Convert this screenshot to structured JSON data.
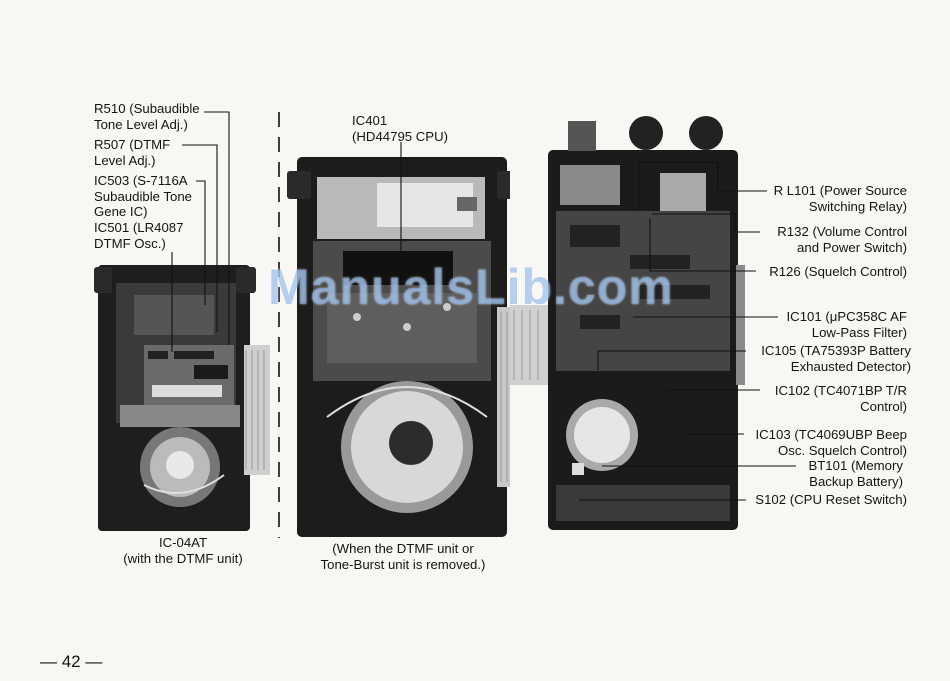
{
  "photos": {
    "left": {
      "labels": [
        "R510 (Subaudible\nTone Level Adj.)",
        "R507 (DTMF\nLevel Adj.)",
        "IC503 (S-7116A\nSubaudible Tone\nGene IC)",
        "IC501 (LR4087\nDTMF Osc.)"
      ],
      "caption": "IC-04AT\n(with the DTMF unit)"
    },
    "center": {
      "labels": [
        "IC401\n(HD44795 CPU)"
      ],
      "caption": "(When the DTMF unit or\nTone-Burst unit is removed.)"
    },
    "right": {
      "labels": [
        "R L101 (Power Source\nSwitching Relay)",
        "R132 (Volume Control\nand Power Switch)",
        "R126 (Squelch Control)",
        "IC101 (μPC358C AF\nLow-Pass Filter)",
        "IC105 (TA75393P Battery\nExhausted Detector)",
        "IC102 (TC4071BP T/R\nControl)",
        "IC103 (TC4069UBP Beep\nOsc. Squelch Control)",
        "BT101 (Memory\nBackup Battery)",
        "S102 (CPU Reset Switch)"
      ]
    }
  },
  "watermark": "ManualsLib.com",
  "page_number": "— 42 —",
  "colors": {
    "paper": "#f7f7f4",
    "ink": "#141414",
    "watermark": "#78aae6"
  }
}
